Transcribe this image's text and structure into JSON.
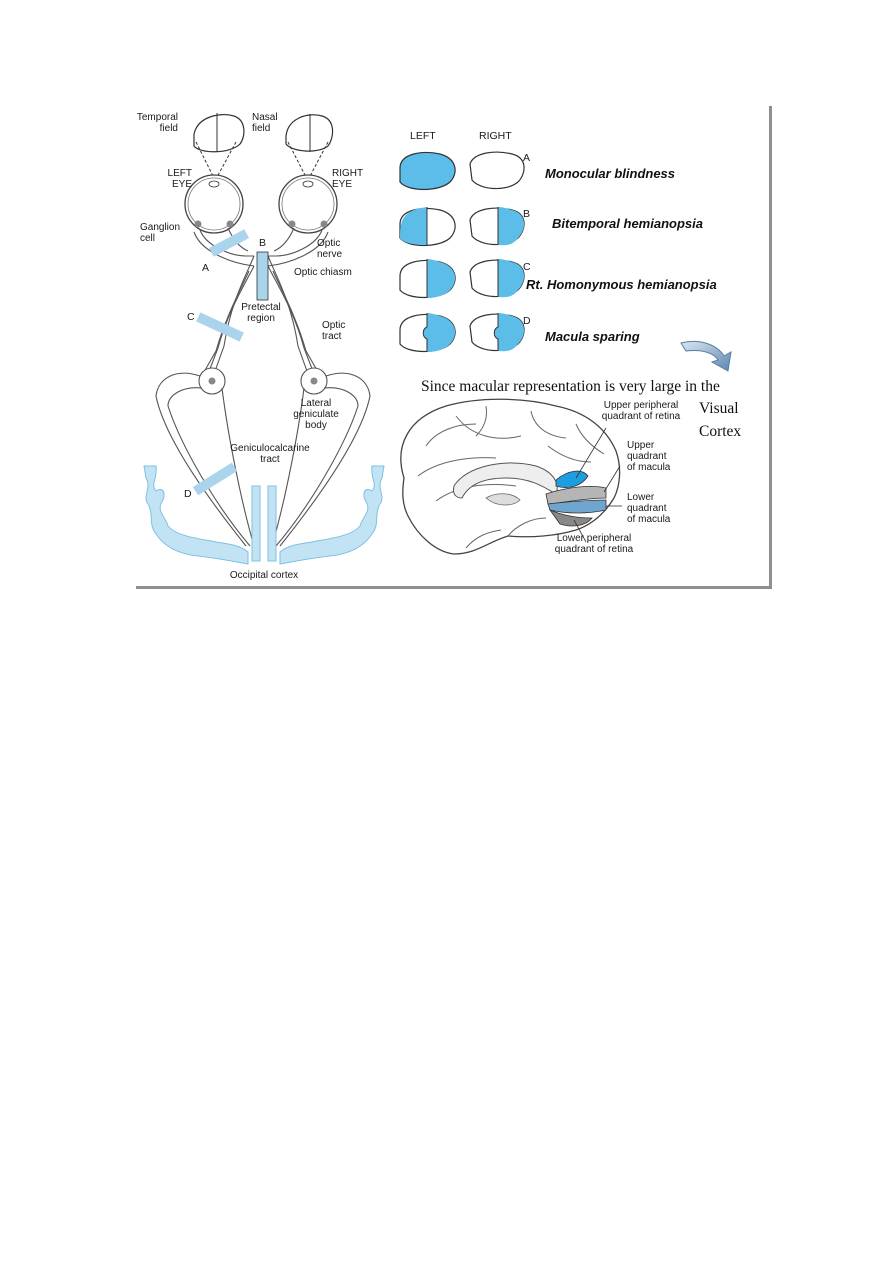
{
  "pathway": {
    "temporal_field": [
      "Temporal",
      "field"
    ],
    "nasal_field": [
      "Nasal",
      "field"
    ],
    "left_eye": [
      "LEFT",
      "EYE"
    ],
    "right_eye": [
      "RIGHT",
      "EYE"
    ],
    "ganglion_cell": [
      "Ganglion",
      "cell"
    ],
    "optic_nerve": [
      "Optic",
      "nerve"
    ],
    "optic_chiasm": "Optic chiasm",
    "pretectal_region": [
      "Pretectal",
      "region"
    ],
    "optic_tract": [
      "Optic",
      "tract"
    ],
    "lateral_geniculate_body": [
      "Lateral",
      "geniculate",
      "body"
    ],
    "geniculocalcarine_tract": [
      "Geniculocalcarine",
      "tract"
    ],
    "occipital_cortex": "Occipital cortex",
    "lesions": [
      "A",
      "B",
      "C",
      "D"
    ]
  },
  "defects": {
    "col_left": "LEFT",
    "col_right": "RIGHT",
    "rows": [
      {
        "letter": "A",
        "title": "Monocular blindness"
      },
      {
        "letter": "B",
        "title": "Bitemporal hemianopsia"
      },
      {
        "letter": "C",
        "title": "Rt. Homonymous hemianopsia"
      },
      {
        "letter": "D",
        "title": "Macula sparing"
      }
    ]
  },
  "note": {
    "line1": "Since macular representation is very large in the",
    "line2": "Visual",
    "line3": "Cortex"
  },
  "brain": {
    "upper_peripheral": [
      "Upper peripheral",
      "quadrant of retina"
    ],
    "upper_macula": [
      "Upper",
      "quadrant",
      "of macula"
    ],
    "lower_macula": [
      "Lower",
      "quadrant",
      "of macula"
    ],
    "lower_peripheral": [
      "Lower peripheral",
      "quadrant of retina"
    ]
  },
  "colors": {
    "lesion": "#a9d4ec",
    "field_fill": "#5cbde9",
    "arrow": "#6b93b8"
  }
}
